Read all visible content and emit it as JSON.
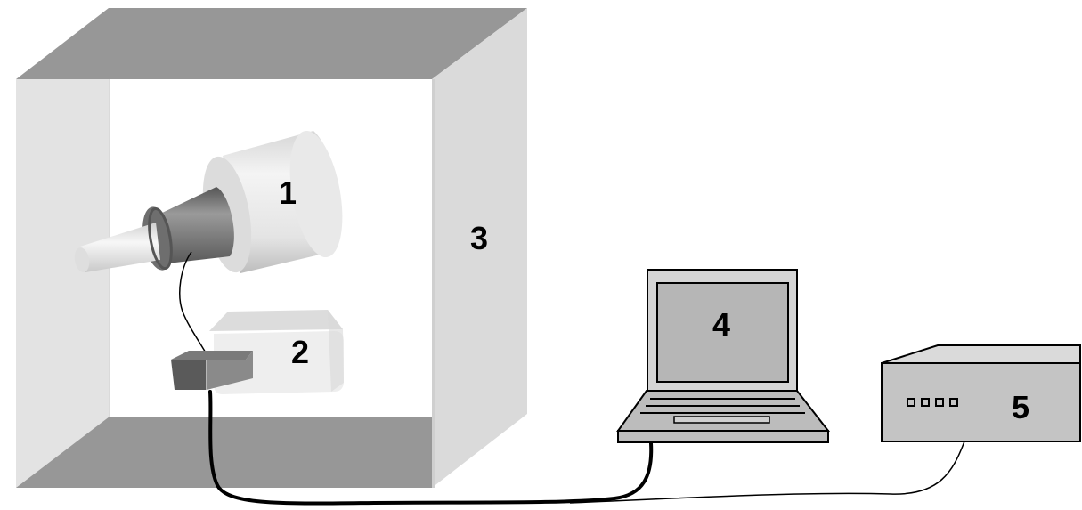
{
  "labels": {
    "part1": "1",
    "part2": "2",
    "part3": "3",
    "part4": "4",
    "part5": "5"
  },
  "colors": {
    "frame_light": "#e3e3e3",
    "frame_dark": "#979797",
    "cylinder_light": "#e6e6e6",
    "sleeve_dark": "#7c7c7c",
    "box_light": "#e8e8e8",
    "sensor_dark": "#707070",
    "laptop_screen": "#b6b6b6",
    "instrument_box": "#c4c4c4",
    "cable": "#000000"
  }
}
